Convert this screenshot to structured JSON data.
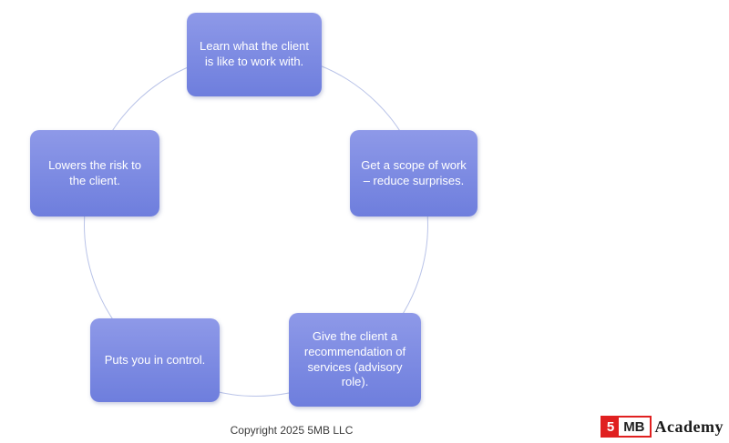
{
  "diagram": {
    "nodes": [
      {
        "label": "Learn what the client is like to work with."
      },
      {
        "label": "Get a scope of work – reduce surprises."
      },
      {
        "label": "Give the client a recommendation of services (advisory role)."
      },
      {
        "label": "Puts you in control."
      },
      {
        "label": "Lowers the risk to the client."
      }
    ]
  },
  "footer": {
    "copyright": "Copyright 2025 5MB LLC"
  },
  "logo": {
    "number": "5",
    "mb": "MB",
    "academy": "Academy"
  },
  "colors": {
    "node_fill_top": "#8e99e8",
    "node_fill_bottom": "#6e7edd",
    "circle_stroke": "#b9c3e8",
    "logo_red": "#e02020"
  }
}
